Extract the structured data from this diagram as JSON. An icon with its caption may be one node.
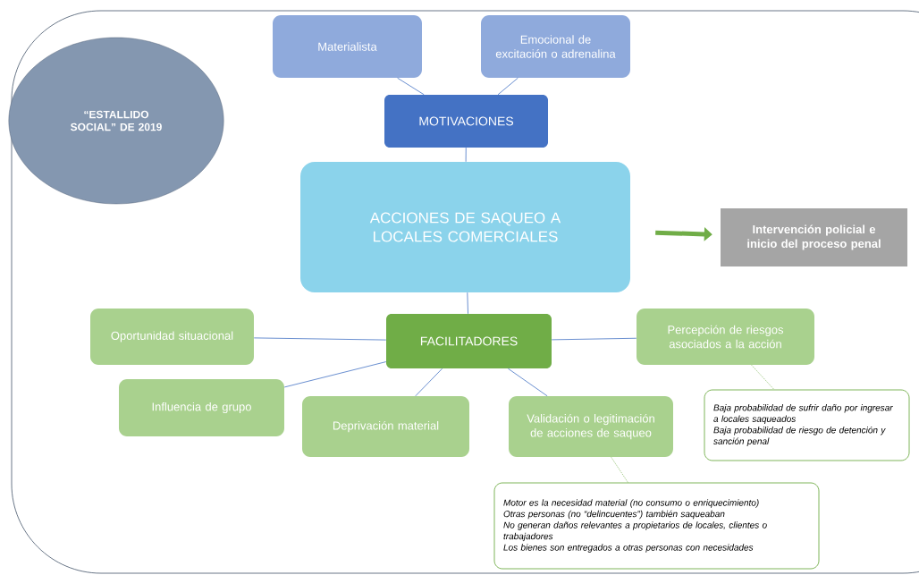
{
  "diagram": {
    "nodes": [
      {
        "text": [
          "“ESTALLIDO SOCIAL” DE 2019"
        ]
      },
      {
        "text": [
          "Materialista"
        ]
      },
      {
        "text": [
          "Emocional de excitación o adrenalina"
        ]
      },
      {
        "text": [
          "MOTIVACIONES"
        ]
      },
      {
        "text": [
          "ACCIONES DE SAQUEO A LOCALES COMERCIALES"
        ]
      },
      {
        "text": [
          "Intervención policial e inicio del proceso penal"
        ]
      },
      {
        "text": [
          "FACILITADORES"
        ]
      },
      {
        "text": [
          "Oportunidad situacional"
        ]
      },
      {
        "text": [
          "Percepción de riesgos asociados a la acción"
        ]
      },
      {
        "text": [
          "Influencia de grupo"
        ]
      },
      {
        "text": [
          "Deprivación material"
        ]
      },
      {
        "text": [
          "Validación o legitimación de acciones de saqueo"
        ]
      },
      {
        "text": [
          "Baja probabilidad de sufrir daño por ingresar a locales saqueados",
          "Baja probabilidad de riesgo de detención y sanción penal"
        ]
      },
      {
        "text": [
          "Motor es la necesidad material (no consumo o enriquecimiento)",
          "Otras personas (no “delincuentes”) también saqueaban",
          "No generan daños relevantes a propietarios de locales, clientes o trabajadores",
          "Los bienes son entregados a otras personas con necesidades"
        ]
      }
    ],
    "edges": [
      {
        "from": 1,
        "to": 3,
        "arrow": "none"
      },
      {
        "from": 2,
        "to": 3,
        "arrow": "none"
      },
      {
        "from": 3,
        "to": 4,
        "arrow": "none"
      },
      {
        "from": 4,
        "to": 5,
        "arrow": "to",
        "style": "thick",
        "color": "#70ad47"
      },
      {
        "from": 4,
        "to": 6,
        "arrow": "none"
      },
      {
        "from": 6,
        "to": 7,
        "arrow": "none"
      },
      {
        "from": 6,
        "to": 8,
        "arrow": "none"
      },
      {
        "from": 6,
        "to": 9,
        "arrow": "none"
      },
      {
        "from": 6,
        "to": 10,
        "arrow": "none"
      },
      {
        "from": 6,
        "to": 11,
        "arrow": "none"
      },
      {
        "from": 8,
        "to": 12,
        "arrow": "none",
        "style": "dashed",
        "color": "#70ad47"
      },
      {
        "from": 11,
        "to": 13,
        "arrow": "none",
        "style": "dashed",
        "color": "#70ad47"
      }
    ]
  }
}
